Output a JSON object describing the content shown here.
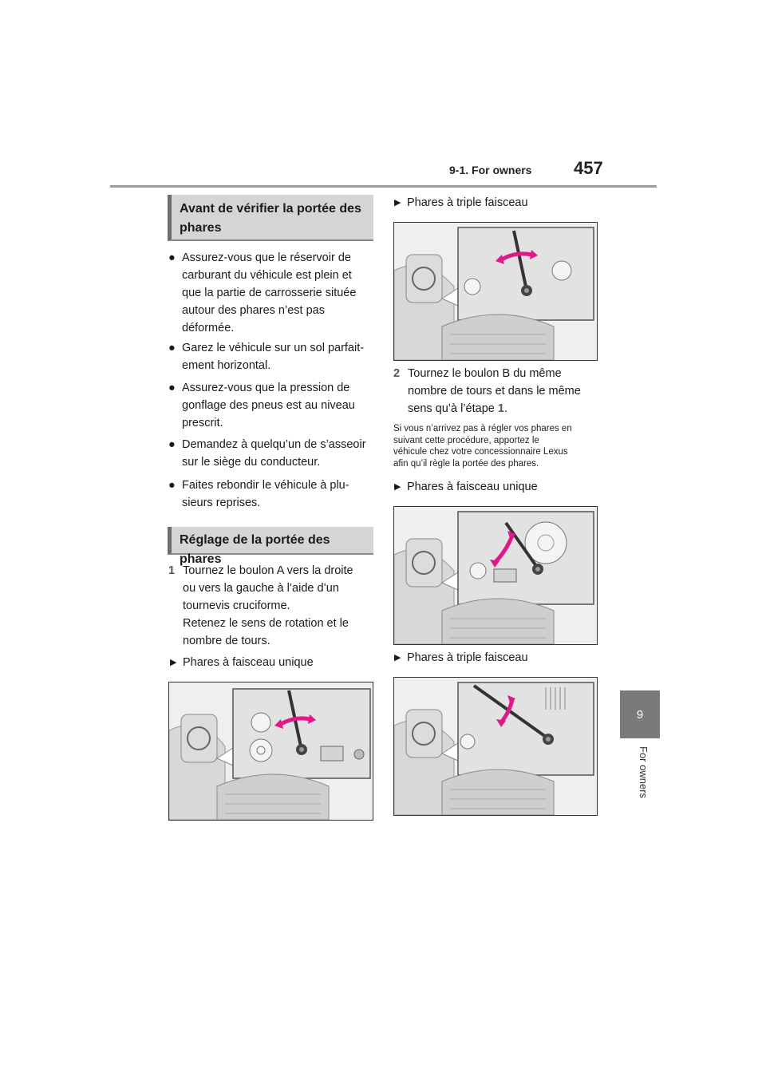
{
  "header": {
    "section": "9-1. For owners",
    "page_number": "457"
  },
  "side_tab": {
    "chapter_number": "9",
    "chapter_label": "For owners"
  },
  "left_column": {
    "section1_title_line1": "Avant de vérifier la portée des",
    "section1_title_line2": "phares",
    "bullets": [
      [
        "Assurez-vous que le réservoir de",
        "carburant du véhicule est plein et",
        "que la partie de carrosserie située",
        "autour des phares n’est pas",
        "déformée."
      ],
      [
        "Garez le véhicule sur un sol parfait-",
        "ement horizontal."
      ],
      [
        "Assurez-vous que la pression de",
        "gonflage des pneus est au niveau",
        "prescrit."
      ],
      [
        "Demandez à quelqu’un de s’asseoir",
        "sur le siège du conducteur."
      ],
      [
        "Faites rebondir le véhicule à plu-",
        "sieurs reprises."
      ]
    ],
    "bullet_symbol": "●",
    "section2_title": "Réglage de la portée des phares",
    "step1": {
      "number": "1",
      "lines": [
        "Tournez le boulon A vers la droite",
        "ou vers la gauche à l’aide d’un",
        "tournevis cruciforme.",
        "Retenez le sens de rotation et le",
        "nombre de tours."
      ]
    },
    "fig1_label": "Phares à faisceau unique"
  },
  "right_column": {
    "fig2_label": "Phares à triple faisceau",
    "step2": {
      "number": "2",
      "lines": [
        "Tournez le boulon B du même",
        "nombre de tours et dans le même",
        "sens qu’à l’étape"
      ],
      "ref_number": "1",
      "ref_suffix": "."
    },
    "note_lines": [
      "Si vous n’arrivez pas à régler vos phares en",
      "suivant cette procédure, apportez le",
      "véhicule chez votre concessionnaire Lexus",
      "afin qu’il règle la portée des phares."
    ],
    "fig3_label": "Phares à faisceau unique",
    "fig4_label": "Phares à triple faisceau"
  },
  "triangle_symbol": "▶",
  "colors": {
    "arrow": "#e0198a",
    "tab": "#7a7a7a",
    "section_head_bg": "#d5d5d5"
  }
}
